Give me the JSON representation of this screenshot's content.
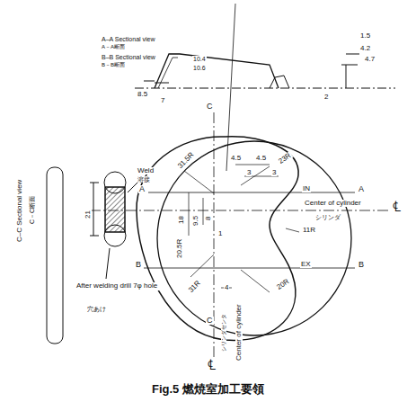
{
  "diagram": {
    "caption": "Fig.5 燃焼室加工要領",
    "labels": [
      "A–A Sectional view",
      "A－A断面",
      "B–B Sectional view",
      "B－B断面",
      "1.5",
      "4.2",
      "4.7",
      "10.4",
      "10.6",
      "8.5",
      "7",
      "2",
      "C",
      "C–C Sectional view",
      "C－C断面",
      "Weld",
      "溶接",
      "21",
      "After welding drill 7φ hole",
      "穴あけ",
      "A",
      "A",
      "B",
      "B",
      "4.5",
      "4.5",
      "31.5R",
      "23R",
      "IN",
      "3",
      "3",
      "18",
      "9.5",
      "8",
      "20.5R",
      "11R",
      "EX",
      "31R",
      "20R",
      "4",
      "1",
      "Center of cylinder",
      "シリンダ",
      "℄",
      "C",
      "Center of cylinder",
      "シリンダセンタ",
      "℄"
    ]
  }
}
